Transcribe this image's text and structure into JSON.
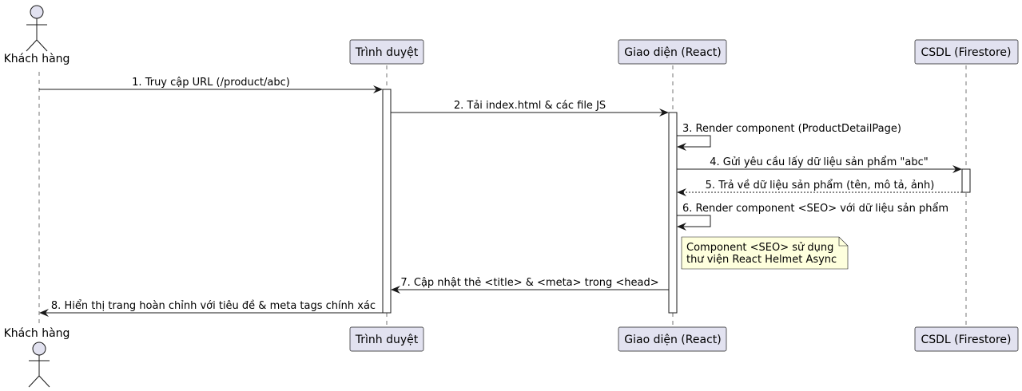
{
  "participants": {
    "customer": {
      "label": "Khách hàng"
    },
    "browser": {
      "label": "Trình duyệt"
    },
    "ui": {
      "label": "Giao diện (React)"
    },
    "db": {
      "label": "CSDL (Firestore)"
    }
  },
  "messages": [
    {
      "label": "1. Truy cập URL (/product/abc)"
    },
    {
      "label": "2. Tải index.html & các file JS"
    },
    {
      "label": "3. Render component (ProductDetailPage)"
    },
    {
      "label": "4. Gửi yêu cầu lấy dữ liệu sản phẩm \"abc\""
    },
    {
      "label": "5. Trả về dữ liệu sản phẩm (tên, mô tả, ảnh)"
    },
    {
      "label": "6. Render component <SEO> với dữ liệu sản phẩm"
    },
    {
      "label": "7. Cập nhật thẻ <title> & <meta> trong <head>"
    },
    {
      "label": "8. Hiển thị trang hoàn chỉnh với tiêu đề & meta tags chính xác"
    }
  ],
  "note": {
    "line1": "Component <SEO> sử dụng",
    "line2": "thư viện React Helmet Async"
  },
  "colors": {
    "participant_fill": "#E2E2F0",
    "participant_stroke": "#181818",
    "note_fill": "#FEFFDD",
    "lifeline": "#181818",
    "arrow": "#181818"
  }
}
